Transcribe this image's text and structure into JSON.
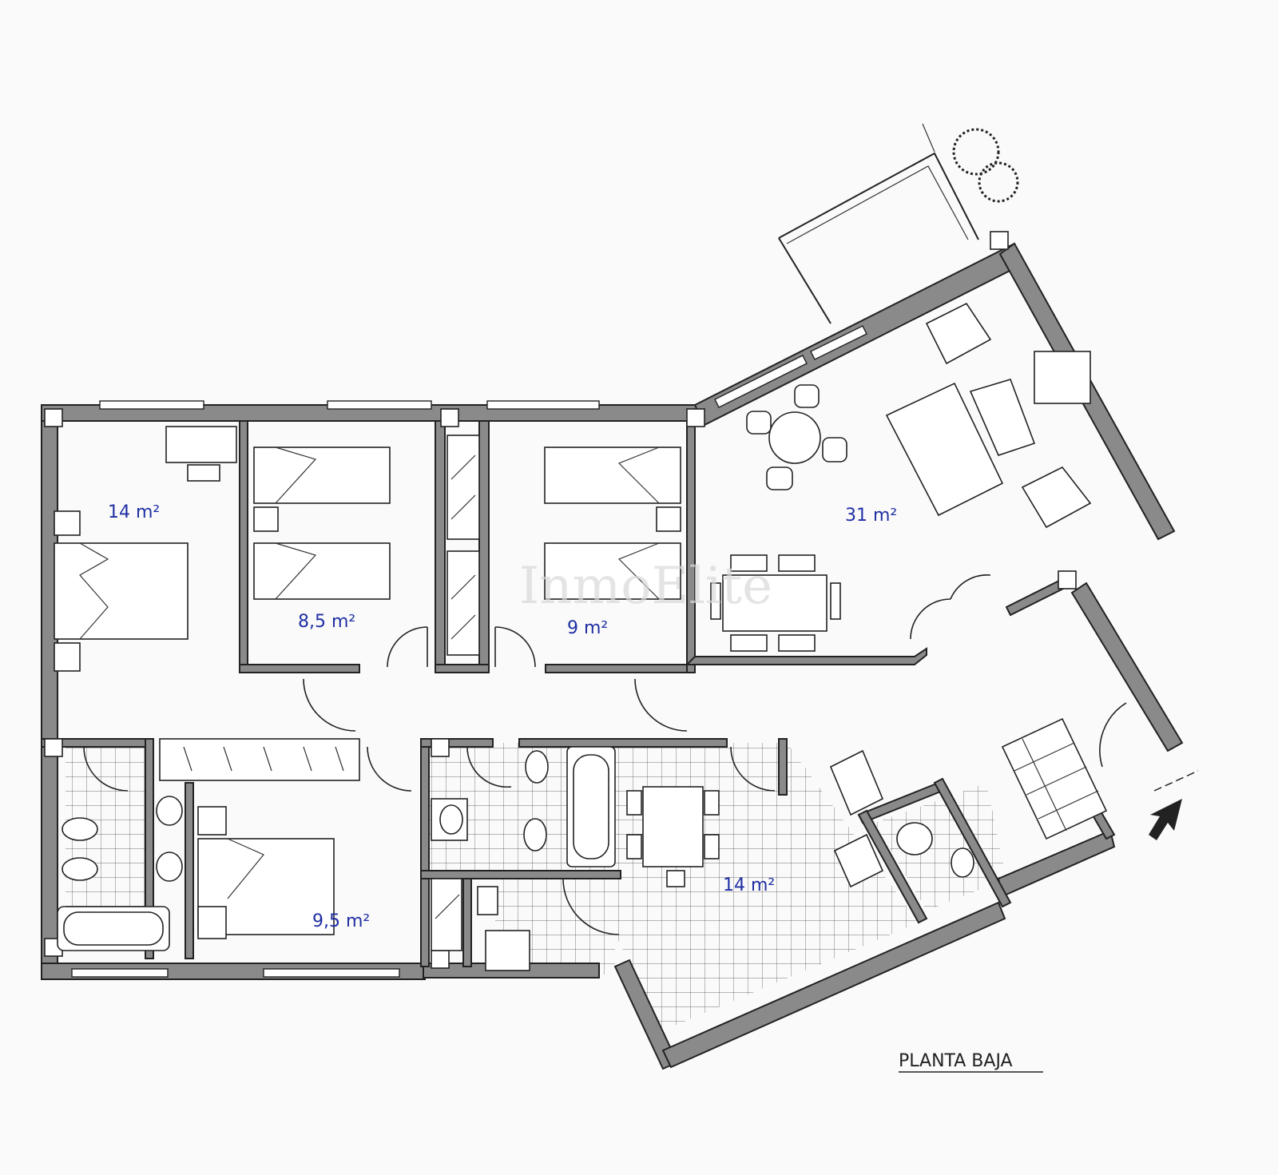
{
  "plan": {
    "title": "PLANTA BAJA",
    "watermark": "InmoElite",
    "rooms": [
      {
        "id": "dormitorio-principal",
        "area": "14 m²"
      },
      {
        "id": "dormitorio-2",
        "area": "8,5 m²"
      },
      {
        "id": "dormitorio-3",
        "area": "9 m²"
      },
      {
        "id": "salon",
        "area": "31 m²"
      },
      {
        "id": "dormitorio-4",
        "area": "9,5 m²"
      },
      {
        "id": "cocina",
        "area": "14 m²"
      }
    ],
    "colors": {
      "area_text": "#1f2fa3",
      "wall": "#8a8a8a",
      "line": "#222222"
    }
  }
}
